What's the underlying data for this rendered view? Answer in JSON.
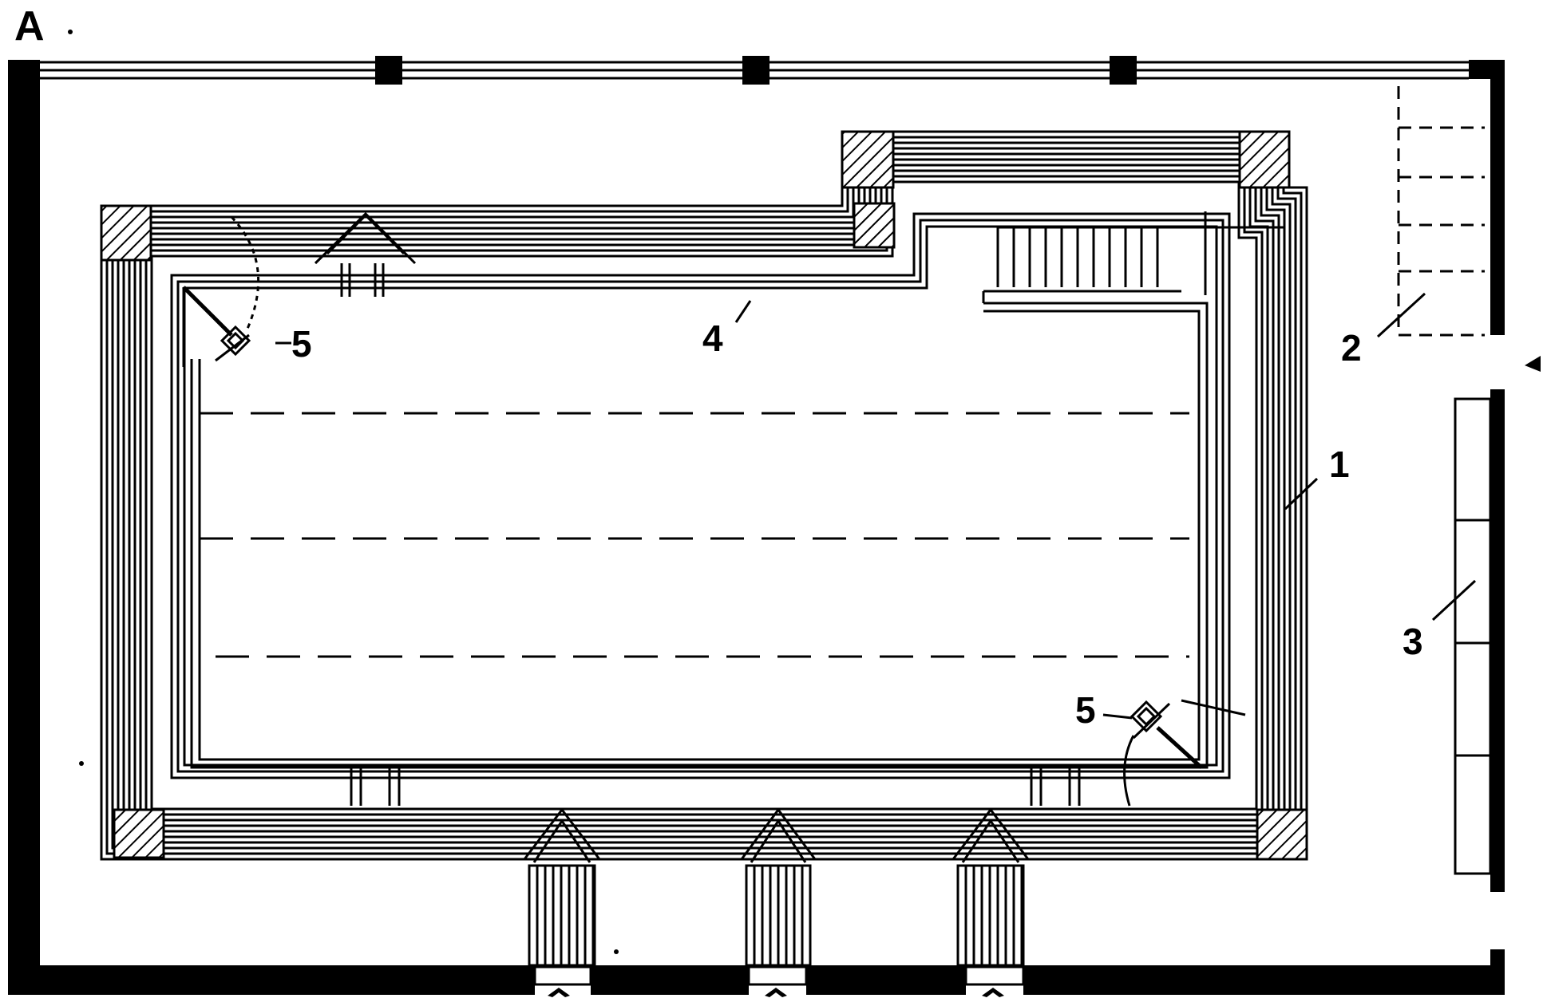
{
  "figure": {
    "panel_label": "A"
  },
  "callouts": [
    {
      "id": "pool",
      "text": "1"
    },
    {
      "id": "steps",
      "text": "2"
    },
    {
      "id": "bench",
      "text": "3"
    },
    {
      "id": "gutter",
      "text": "4"
    },
    {
      "id": "inlet-top-left",
      "text": "5"
    },
    {
      "id": "inlet-bottom-right",
      "text": "5"
    }
  ],
  "colors": {
    "ink": "#000000",
    "paper": "#ffffff"
  }
}
